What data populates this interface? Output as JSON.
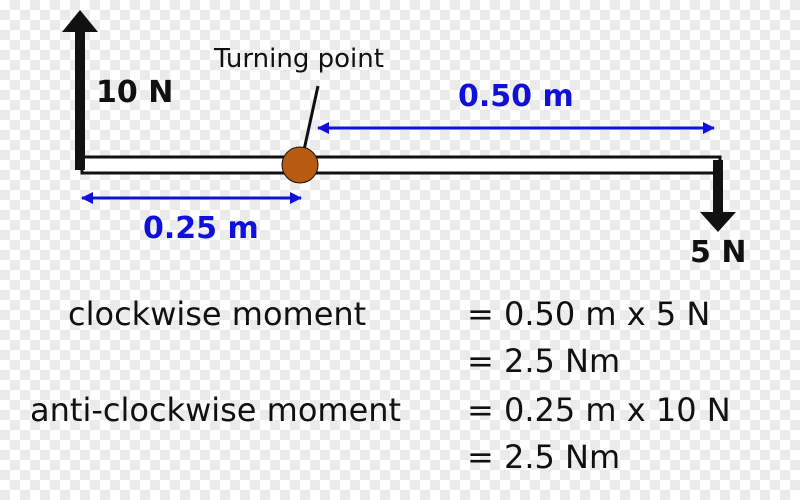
{
  "forces": {
    "left": "10 N",
    "right": "5 N"
  },
  "distances": {
    "left": "0.25 m",
    "right": "0.50 m"
  },
  "pivot": {
    "label": "Turning point"
  },
  "equations": {
    "clockwise_label": "clockwise moment",
    "clockwise_line1": "= 0.50 m x 5 N",
    "clockwise_line2": "= 2.5 Nm",
    "anticlockwise_label": "anti-clockwise moment",
    "anticlockwise_line1": "= 0.25 m x 10 N",
    "anticlockwise_line2": "= 2.5 Nm"
  },
  "colors": {
    "beam": "#111111",
    "pivot": "#b85a10",
    "dimension": "#1010dd",
    "force_arrow": "#111111"
  }
}
